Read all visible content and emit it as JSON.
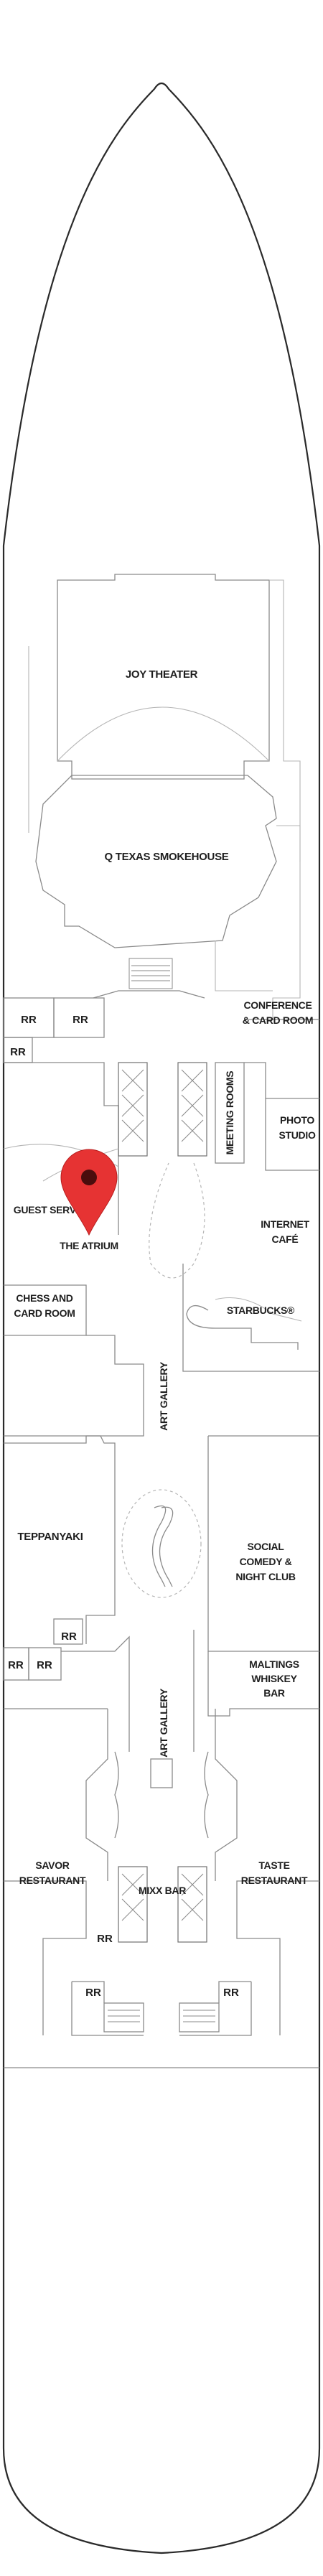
{
  "map": {
    "venues": {
      "joy_theater": "JOY THEATER",
      "q_texas_smokehouse": "Q TEXAS SMOKEHOUSE",
      "conference_line1": "CONFERENCE",
      "conference_line2": "& CARD ROOM",
      "photo_line1": "PHOTO",
      "photo_line2": "STUDIO",
      "meeting_rooms": "MEETING ROOMS",
      "guest_services": "GUEST SERVICES",
      "the_atrium": "THE ATRIUM",
      "internet_line1": "INTERNET",
      "internet_line2": "CAFÉ",
      "chess_line1": "CHESS AND",
      "chess_line2": "CARD ROOM",
      "starbucks": "STARBUCKS®",
      "art_gallery_upper": "ART GALLERY",
      "teppanyaki": "TEPPANYAKI",
      "social_line1": "SOCIAL",
      "social_line2": "COMEDY &",
      "social_line3": "NIGHT CLUB",
      "maltings_line1": "MALTINGS",
      "maltings_line2": "WHISKEY",
      "maltings_line3": "BAR",
      "art_gallery_lower": "ART GALLERY",
      "savor_line1": "SAVOR",
      "savor_line2": "RESTAURANT",
      "taste_line1": "TASTE",
      "taste_line2": "RESTAURANT",
      "mixx_bar": "MIXX BAR"
    },
    "restroom_label": "RR",
    "location_marker": {
      "icon": "map-pin-icon",
      "color": "#e63333",
      "venue": "THE ATRIUM"
    }
  }
}
